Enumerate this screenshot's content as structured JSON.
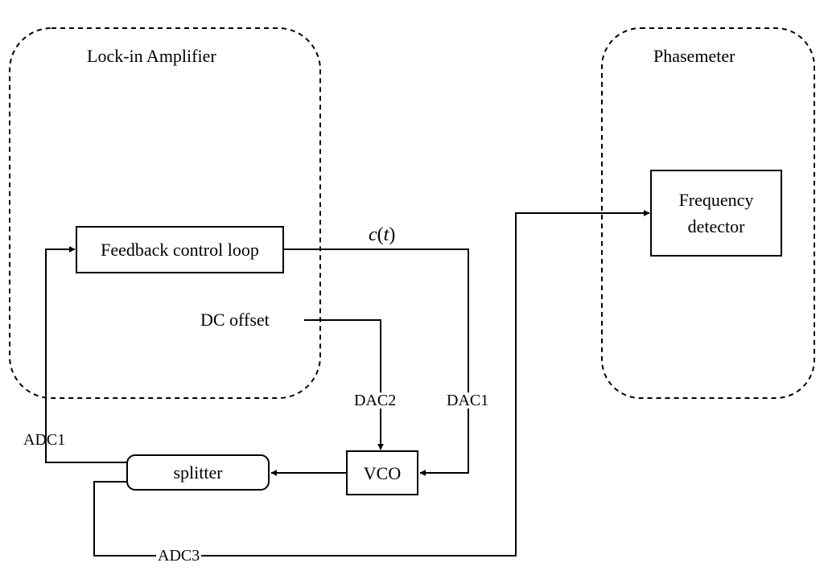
{
  "groups": {
    "lockin_label": "Lock-in Amplifier",
    "phasemeter_label": "Phasemeter"
  },
  "blocks": {
    "feedback": "Feedback control loop",
    "freq_line1": "Frequency",
    "freq_line2": "detector",
    "vco": "VCO",
    "splitter": "splitter",
    "dc_offset": "DC offset"
  },
  "signals": {
    "ct_c": "c",
    "ct_open": "(",
    "ct_t": "t",
    "ct_close": ")",
    "dac1": "DAC1",
    "dac2": "DAC2",
    "adc1": "ADC1",
    "adc3": "ADC3"
  },
  "colors": {
    "stroke": "#000000",
    "background": "#ffffff"
  }
}
